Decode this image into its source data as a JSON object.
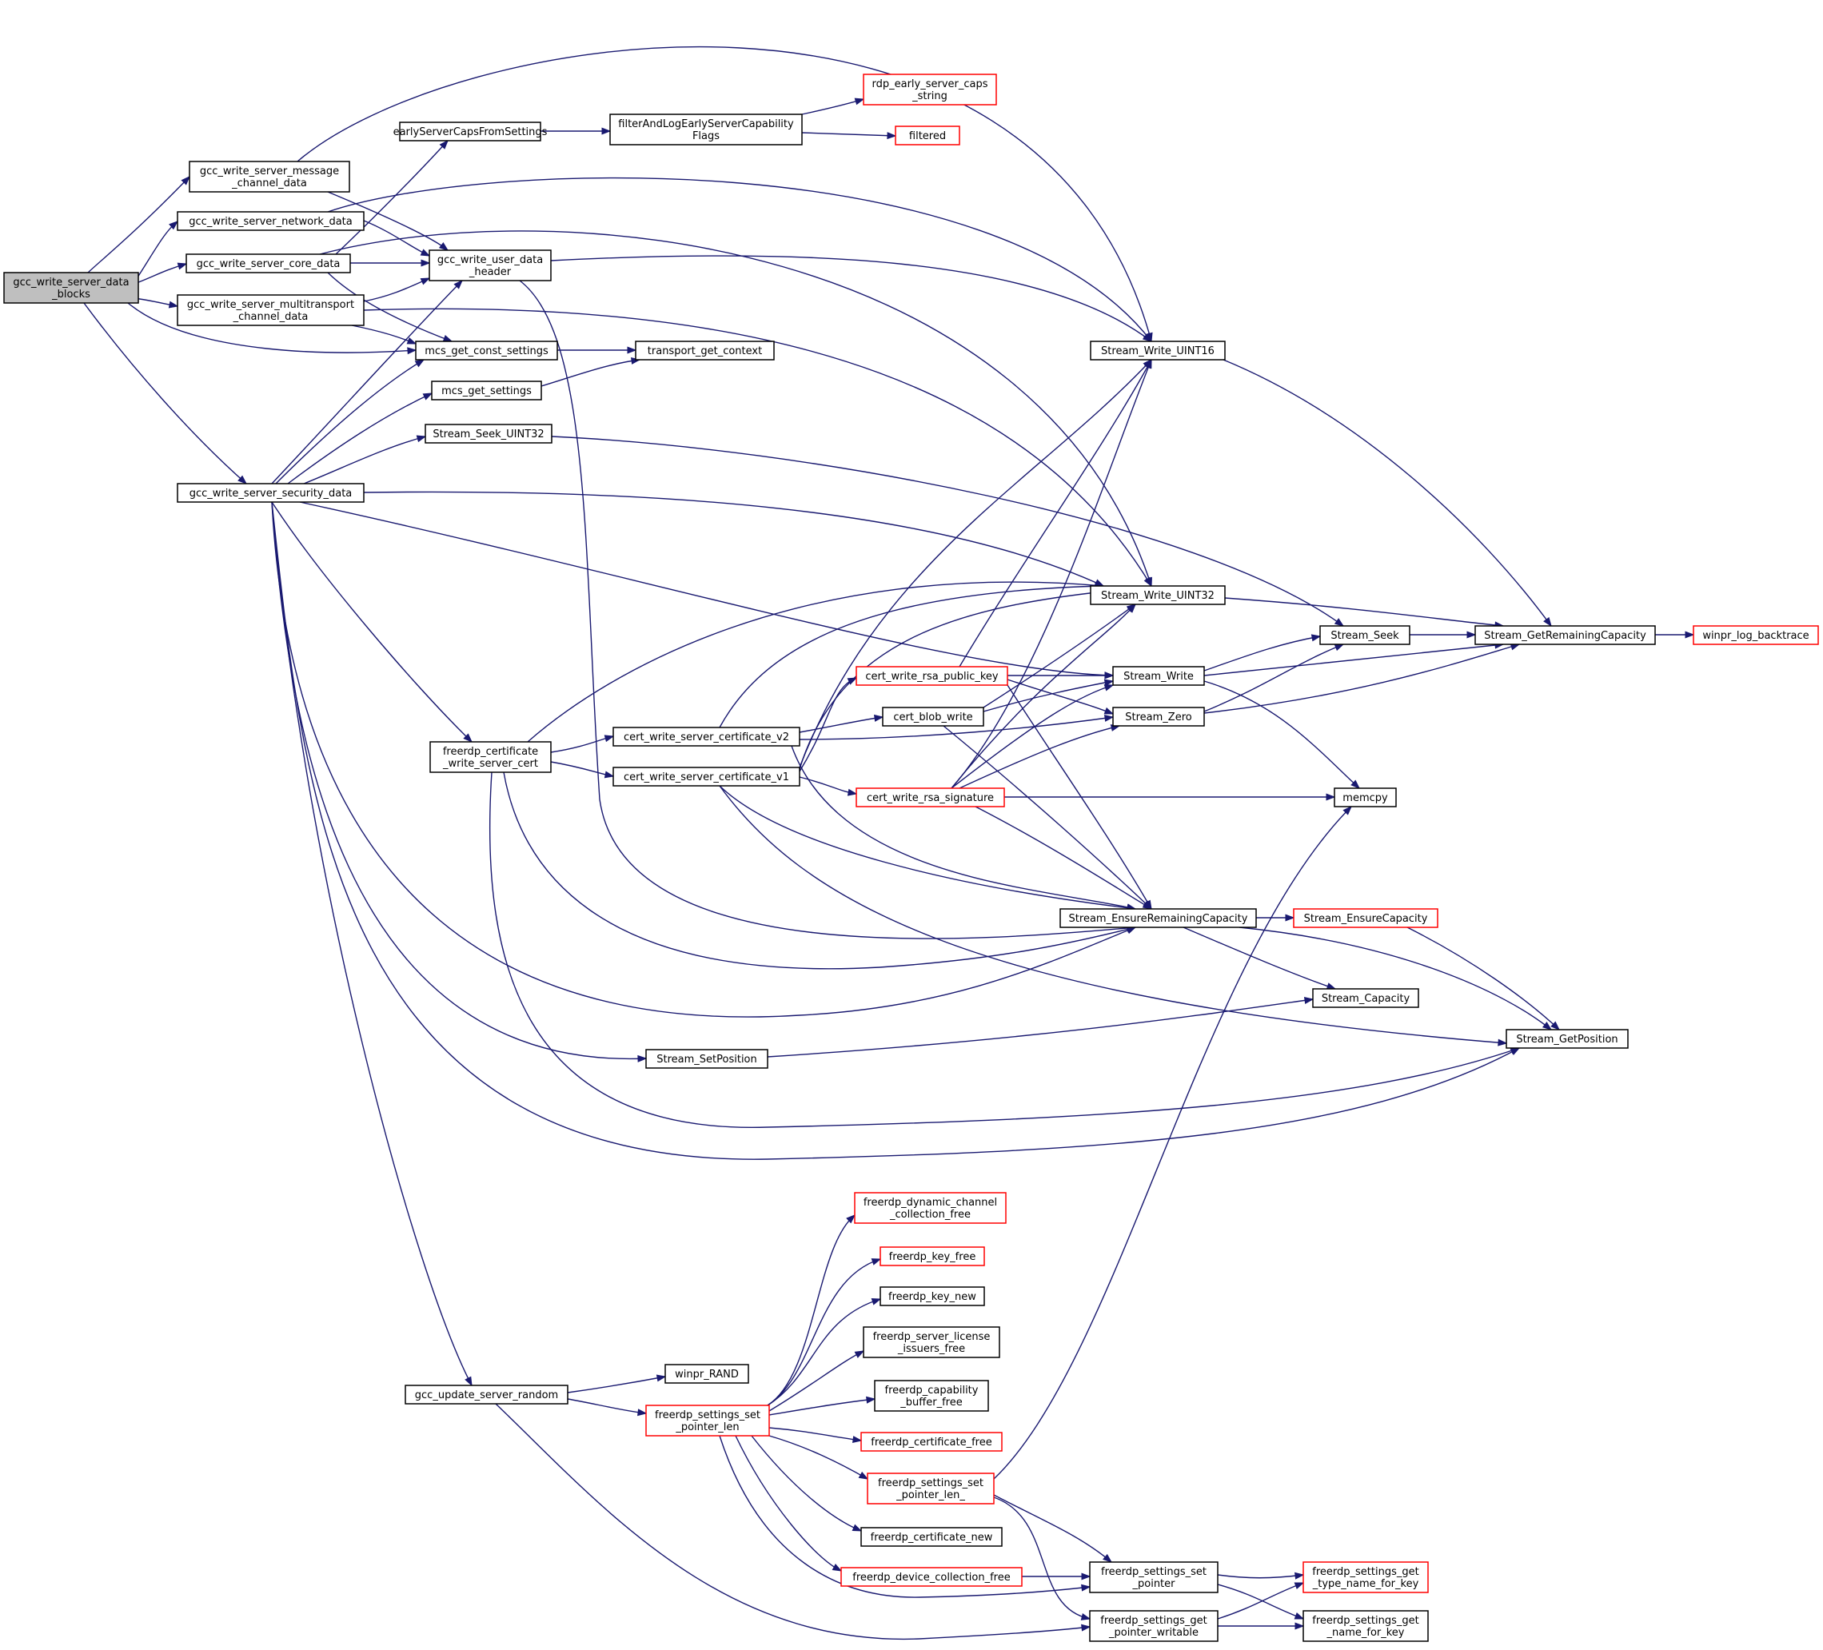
{
  "colors": {
    "edge": "#191970",
    "root_fill": "#bfbfbf",
    "normal_border": "#000000",
    "truncated_border": "#ff0000",
    "background": "#ffffff"
  },
  "nodes": {
    "root": {
      "lines": [
        "gcc_write_server_data",
        "_blocks"
      ],
      "style": "root"
    },
    "msgch": {
      "lines": [
        "gcc_write_server_message",
        "_channel_data"
      ],
      "style": "normal"
    },
    "net": {
      "lines": [
        "gcc_write_server_network_data"
      ],
      "style": "normal"
    },
    "core": {
      "lines": [
        "gcc_write_server_core_data"
      ],
      "style": "normal"
    },
    "multi": {
      "lines": [
        "gcc_write_server_multitransport",
        "_channel_data"
      ],
      "style": "normal"
    },
    "sec": {
      "lines": [
        "gcc_write_server_security_data"
      ],
      "style": "normal"
    },
    "early": {
      "lines": [
        "earlyServerCapsFromSettings"
      ],
      "style": "normal"
    },
    "filterflags": {
      "lines": [
        "filterAndLogEarlyServerCapability",
        "Flags"
      ],
      "style": "normal"
    },
    "rdpcaps": {
      "lines": [
        "rdp_early_server_caps",
        "_string"
      ],
      "style": "truncated"
    },
    "filtered": {
      "lines": [
        "filtered"
      ],
      "style": "truncated"
    },
    "udh": {
      "lines": [
        "gcc_write_user_data",
        "_header"
      ],
      "style": "normal"
    },
    "mcsconst": {
      "lines": [
        "mcs_get_const_settings"
      ],
      "style": "normal"
    },
    "mcsget": {
      "lines": [
        "mcs_get_settings"
      ],
      "style": "normal"
    },
    "transport": {
      "lines": [
        "transport_get_context"
      ],
      "style": "normal"
    },
    "seek32": {
      "lines": [
        "Stream_Seek_UINT32"
      ],
      "style": "normal"
    },
    "wu16": {
      "lines": [
        "Stream_Write_UINT16"
      ],
      "style": "normal"
    },
    "wu32": {
      "lines": [
        "Stream_Write_UINT32"
      ],
      "style": "normal"
    },
    "fcert": {
      "lines": [
        "freerdp_certificate",
        "_write_server_cert"
      ],
      "style": "normal"
    },
    "v2": {
      "lines": [
        "cert_write_server_certificate_v2"
      ],
      "style": "normal"
    },
    "v1": {
      "lines": [
        "cert_write_server_certificate_v1"
      ],
      "style": "normal"
    },
    "rsapub": {
      "lines": [
        "cert_write_rsa_public_key"
      ],
      "style": "truncated"
    },
    "blob": {
      "lines": [
        "cert_blob_write"
      ],
      "style": "normal"
    },
    "rsasig": {
      "lines": [
        "cert_write_rsa_signature"
      ],
      "style": "truncated"
    },
    "swrite": {
      "lines": [
        "Stream_Write"
      ],
      "style": "normal"
    },
    "szero": {
      "lines": [
        "Stream_Zero"
      ],
      "style": "normal"
    },
    "sseek": {
      "lines": [
        "Stream_Seek"
      ],
      "style": "normal"
    },
    "remcap": {
      "lines": [
        "Stream_GetRemainingCapacity"
      ],
      "style": "normal"
    },
    "backtrace": {
      "lines": [
        "winpr_log_backtrace"
      ],
      "style": "truncated"
    },
    "memcpy": {
      "lines": [
        "memcpy"
      ],
      "style": "normal"
    },
    "ensrem": {
      "lines": [
        "Stream_EnsureRemainingCapacity"
      ],
      "style": "normal"
    },
    "enscap": {
      "lines": [
        "Stream_EnsureCapacity"
      ],
      "style": "truncated"
    },
    "cap": {
      "lines": [
        "Stream_Capacity"
      ],
      "style": "normal"
    },
    "getpos": {
      "lines": [
        "Stream_GetPosition"
      ],
      "style": "normal"
    },
    "setpos": {
      "lines": [
        "Stream_SetPosition"
      ],
      "style": "normal"
    },
    "gusr": {
      "lines": [
        "gcc_update_server_random"
      ],
      "style": "normal"
    },
    "rand": {
      "lines": [
        "winpr_RAND"
      ],
      "style": "normal"
    },
    "spl": {
      "lines": [
        "freerdp_settings_set",
        "_pointer_len"
      ],
      "style": "truncated"
    },
    "dyn": {
      "lines": [
        "freerdp_dynamic_channel",
        "_collection_free"
      ],
      "style": "truncated"
    },
    "keyfree": {
      "lines": [
        "freerdp_key_free"
      ],
      "style": "truncated"
    },
    "keynew": {
      "lines": [
        "freerdp_key_new"
      ],
      "style": "normal"
    },
    "lic": {
      "lines": [
        "freerdp_server_license",
        "_issuers_free"
      ],
      "style": "normal"
    },
    "capbuf": {
      "lines": [
        "freerdp_capability",
        "_buffer_free"
      ],
      "style": "normal"
    },
    "certfree": {
      "lines": [
        "freerdp_certificate_free"
      ],
      "style": "truncated"
    },
    "spl2": {
      "lines": [
        "freerdp_settings_set",
        "_pointer_len_"
      ],
      "style": "truncated"
    },
    "certnew": {
      "lines": [
        "freerdp_certificate_new"
      ],
      "style": "normal"
    },
    "devfree": {
      "lines": [
        "freerdp_device_collection_free"
      ],
      "style": "truncated"
    },
    "sp": {
      "lines": [
        "freerdp_settings_set",
        "_pointer"
      ],
      "style": "normal"
    },
    "gpw": {
      "lines": [
        "freerdp_settings_get",
        "_pointer_writable"
      ],
      "style": "normal"
    },
    "gtn": {
      "lines": [
        "freerdp_settings_get",
        "_type_name_for_key"
      ],
      "style": "truncated"
    },
    "gnk": {
      "lines": [
        "freerdp_settings_get",
        "_name_for_key"
      ],
      "style": "normal"
    }
  }
}
